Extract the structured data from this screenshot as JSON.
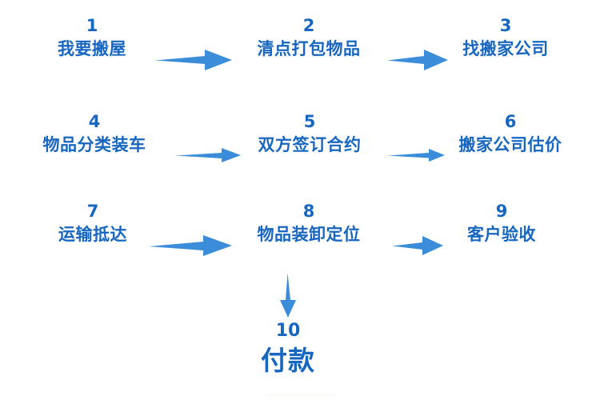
{
  "diagram": {
    "type": "flowchart",
    "title": "",
    "accent_color": "#1766c0",
    "arrow_color": "#3c8dd9",
    "background_color": "#ffffff",
    "steps": [
      {
        "number": "1",
        "label": "我要搬屋"
      },
      {
        "number": "2",
        "label": "清点打包物品"
      },
      {
        "number": "3",
        "label": "找搬家公司"
      },
      {
        "number": "4",
        "label": "物品分类装车"
      },
      {
        "number": "5",
        "label": "双方签订合约"
      },
      {
        "number": "6",
        "label": "搬家公司估价"
      },
      {
        "number": "7",
        "label": "运输抵达"
      },
      {
        "number": "8",
        "label": "物品装卸定位"
      },
      {
        "number": "9",
        "label": "客户验收"
      },
      {
        "number": "10",
        "label": "付款"
      }
    ],
    "connectors": [
      {
        "from": "1",
        "to": "2",
        "direction": "right"
      },
      {
        "from": "2",
        "to": "3",
        "direction": "right"
      },
      {
        "from": "4",
        "to": "5",
        "direction": "right"
      },
      {
        "from": "5",
        "to": "6",
        "direction": "right"
      },
      {
        "from": "7",
        "to": "8",
        "direction": "right"
      },
      {
        "from": "8",
        "to": "9",
        "direction": "right"
      },
      {
        "from": "8",
        "to": "10",
        "direction": "down"
      }
    ]
  }
}
